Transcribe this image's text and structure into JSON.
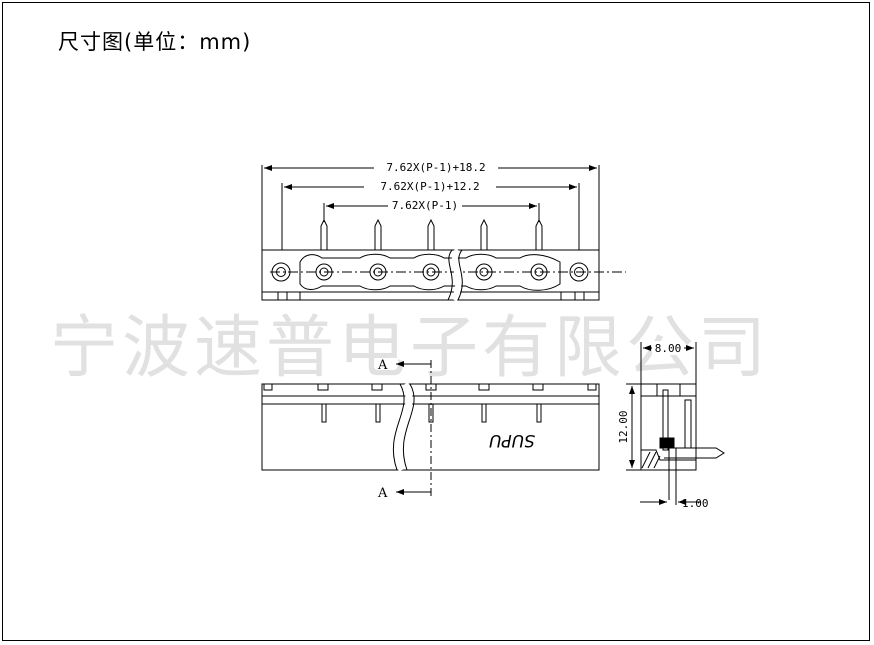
{
  "title": "尺寸图(单位：mm)",
  "watermark": "宁波速普电子有限公司",
  "dimensions": {
    "overall": "7.62X(P-1)+18.2",
    "middle": "7.62X(P-1)+12.2",
    "pitch": "7.62X(P-1)",
    "side_width": "8.00",
    "side_height": "12.00",
    "pin_offset": "1.00"
  },
  "section_label": "A",
  "brand_mark": "SUPU",
  "colors": {
    "line": "#000000",
    "watermark": "#e1e1e1",
    "background": "#ffffff"
  }
}
